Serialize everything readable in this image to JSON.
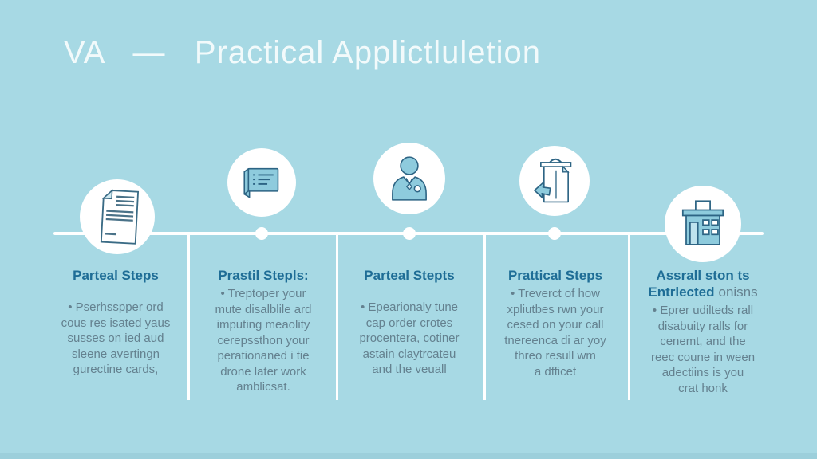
{
  "page": {
    "title": "VA   —   Practical Applictluletion"
  },
  "colors": {
    "background": "#a7d9e4",
    "title_text": "#f2fafb",
    "heading_text": "#1e6d96",
    "body_text": "#64818f",
    "timeline_line": "#ffffff",
    "circle_fill": "#ffffff",
    "icon_stroke": "#2d6484",
    "icon_fill": "#8ecbdd"
  },
  "steps": [
    {
      "icon": "document-icon",
      "title": "Parteal Steps",
      "body_lines": [
        "• Pserhsspper ord",
        "cous res isated yaus",
        "susses on ied aud",
        "sleene avertingn",
        "gurectine cards,"
      ]
    },
    {
      "icon": "speech-note-icon",
      "title": "Prastil Stepls:",
      "body_lines": [
        "• Treptoper your",
        "mute disalblile ard",
        "imputing meaolity",
        "cerepssthon your",
        "perationaned i tie",
        "drone later work",
        "amblicsat."
      ]
    },
    {
      "icon": "person-icon",
      "title": "Parteal Stepts",
      "body_lines": [
        "• Epearionaly tune",
        "cap order crotes",
        "procentera, cotiner",
        "astain claytrcateu",
        "and the veuall"
      ]
    },
    {
      "icon": "clipboard-arrow-icon",
      "title": "Prattical Steps",
      "body_lines": [
        "• Treverct of how",
        "xpliutbes rwn your",
        "cesed on your call",
        "tnereenca di ar yoy",
        "threo resull wm",
        "a dfficet"
      ]
    },
    {
      "icon": "building-icon",
      "title_line1": "Assrall ston ts",
      "title_line2_bold": "Entrlected",
      "title_line2_light": "onisns",
      "body_lines": [
        "• Eprer udilteds rall",
        "disabuity ralls for",
        "cenemt, and the",
        "reec coune in ween",
        "adectiins is you",
        "crat honk"
      ]
    }
  ]
}
